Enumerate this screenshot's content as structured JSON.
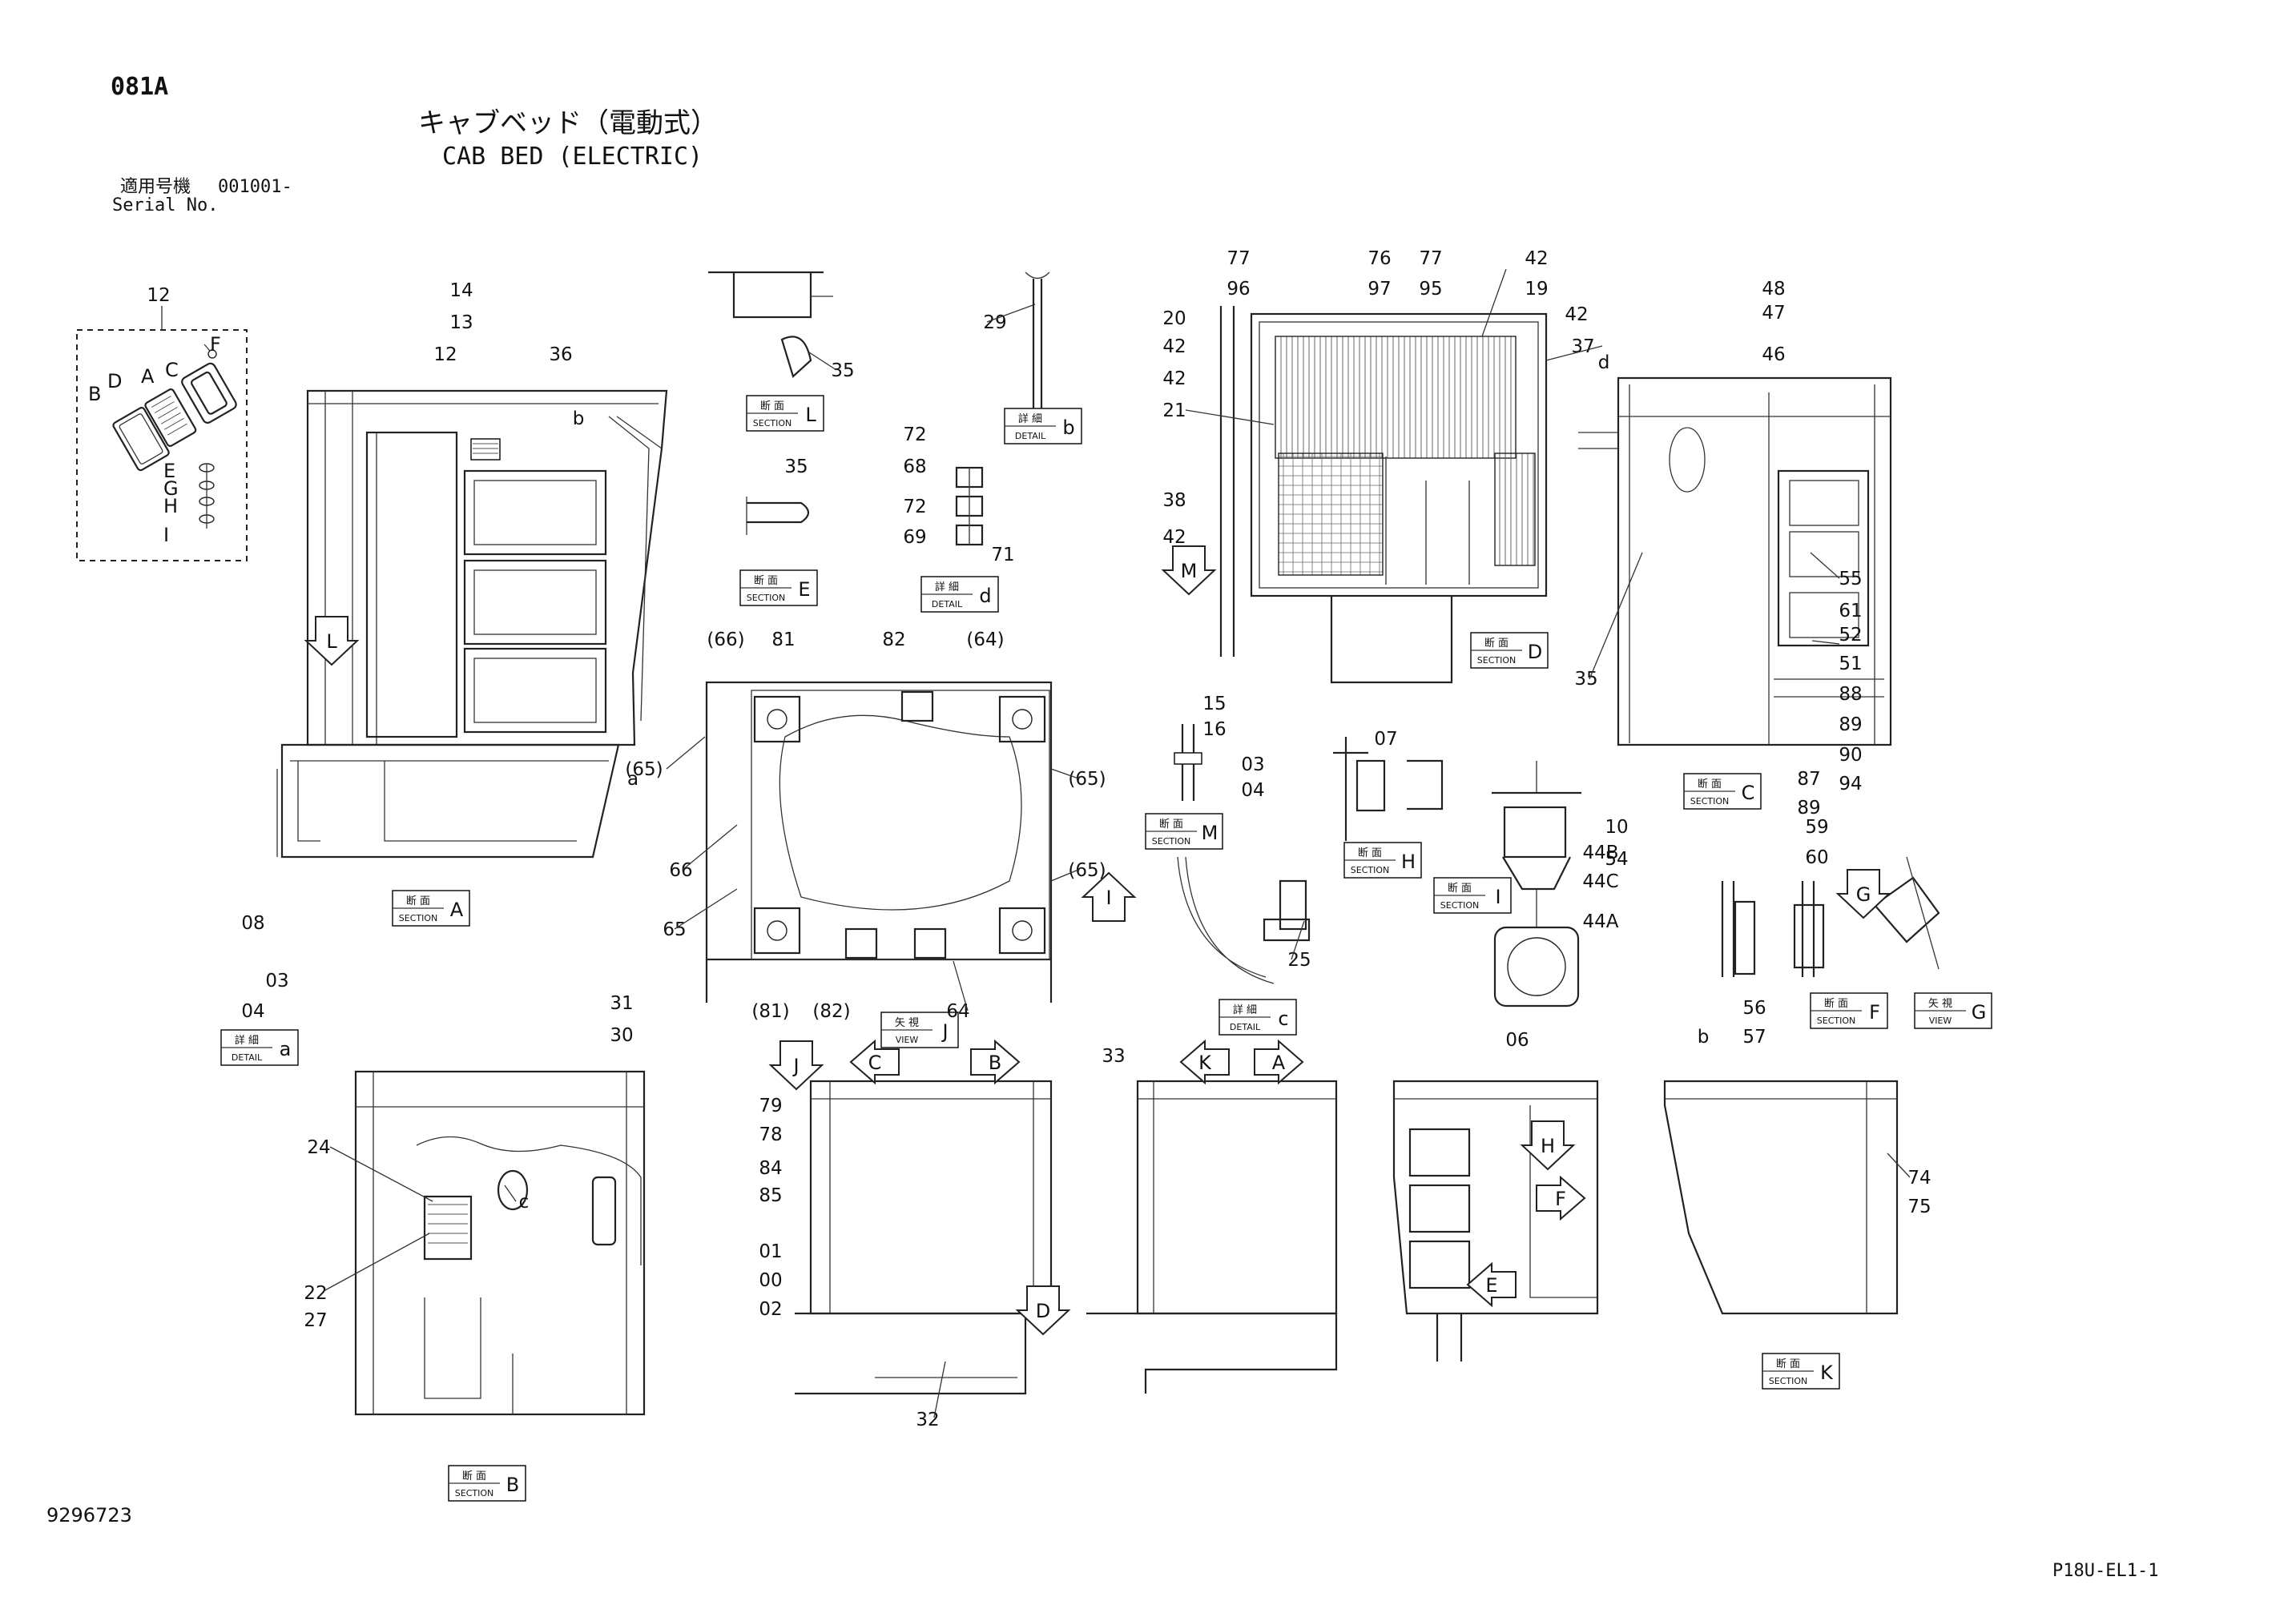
{
  "page_code": "081A",
  "title_jp": "キャブベッド（電動式）",
  "title_en": "CAB BED (ELECTRIC)",
  "serial_label_jp": "適用号機",
  "serial_value": "001001-",
  "serial_label_en": "Serial No.",
  "drawing_number": "9296723",
  "page_ref": "P18U-EL1-1",
  "tag_words": {
    "section_jp": "断 面",
    "section_en": "SECTION",
    "detail_jp": "詳 細",
    "detail_en": "DETAIL",
    "view_jp": "矢 視",
    "view_en": "VIEW"
  },
  "view_tags": [
    {
      "kind": "section",
      "letter": "L"
    },
    {
      "kind": "detail",
      "letter": "b"
    },
    {
      "kind": "section",
      "letter": "E"
    },
    {
      "kind": "detail",
      "letter": "d"
    },
    {
      "kind": "section",
      "letter": "D"
    },
    {
      "kind": "section",
      "letter": "C"
    },
    {
      "kind": "section",
      "letter": "A"
    },
    {
      "kind": "section",
      "letter": "M"
    },
    {
      "kind": "section",
      "letter": "H"
    },
    {
      "kind": "section",
      "letter": "I"
    },
    {
      "kind": "detail",
      "letter": "a"
    },
    {
      "kind": "view",
      "letter": "J"
    },
    {
      "kind": "detail",
      "letter": "c"
    },
    {
      "kind": "section",
      "letter": "F"
    },
    {
      "kind": "view",
      "letter": "G"
    },
    {
      "kind": "section",
      "letter": "K"
    },
    {
      "kind": "section",
      "letter": "B"
    }
  ],
  "view_arrows": [
    "L",
    "M",
    "I",
    "J",
    "C",
    "B",
    "K",
    "A",
    "D",
    "H",
    "F",
    "E",
    "G"
  ],
  "exploded_letters": [
    "F",
    "C",
    "A",
    "D",
    "B",
    "E",
    "G",
    "H",
    "I"
  ],
  "callouts": [
    "12",
    "14",
    "13",
    "12",
    "36",
    "b",
    "a",
    "35",
    "29",
    "35",
    "72",
    "68",
    "72",
    "69",
    "71",
    "77",
    "96",
    "76",
    "97",
    "77",
    "95",
    "42",
    "19",
    "42",
    "20",
    "42",
    "37",
    "42",
    "21",
    "38",
    "42",
    "48",
    "47",
    "46",
    "d",
    "55",
    "61",
    "52",
    "51",
    "88",
    "89",
    "90",
    "94",
    "87",
    "89",
    "35",
    "(66)",
    "81",
    "82",
    "(64)",
    "(65)",
    "(65)",
    "(65)",
    "66",
    "65",
    "(81)",
    "(82)",
    "64",
    "15",
    "16",
    "03",
    "04",
    "07",
    "44B",
    "44C",
    "44A",
    "25",
    "10",
    "54",
    "59",
    "60",
    "56",
    "57",
    "08",
    "03",
    "04",
    "31",
    "30",
    "24",
    "c",
    "22",
    "27",
    "79",
    "78",
    "84",
    "85",
    "01",
    "00",
    "02",
    "32",
    "33",
    "06",
    "b",
    "74",
    "75"
  ]
}
